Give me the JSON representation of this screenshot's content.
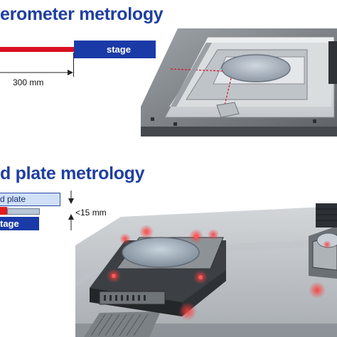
{
  "top": {
    "heading": "erometer metrology",
    "stage_label": "stage",
    "distance_label": "300 mm"
  },
  "bottom": {
    "heading": "d plate metrology",
    "plate_label": "d plate",
    "stage_label": "tage",
    "gap_label": "<15 mm"
  },
  "colors": {
    "heading": "#1f3fa0",
    "stage": "#1a3aa8",
    "plate_fill": "#cfe0f7",
    "beam": "#d81020",
    "sensor": "#e21d1d"
  }
}
